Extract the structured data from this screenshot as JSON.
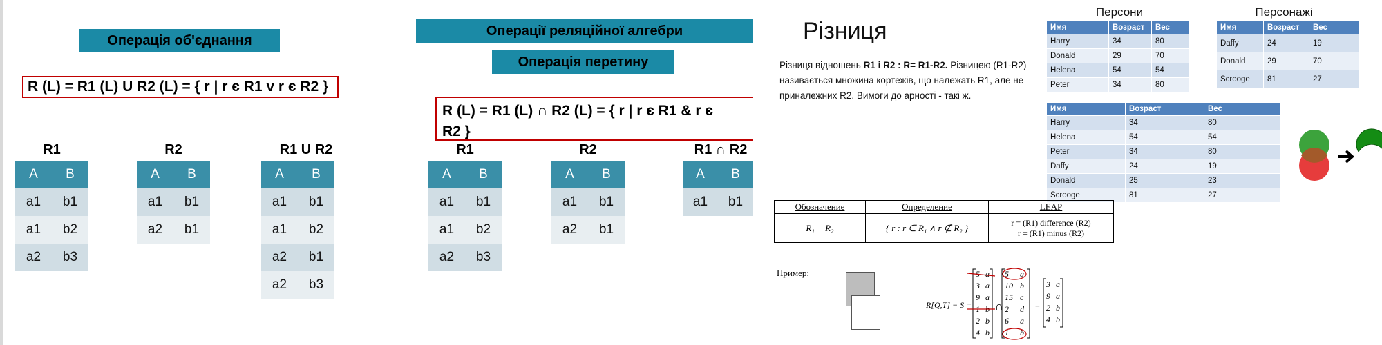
{
  "union": {
    "title": "Операція об'єднання",
    "formula": "R (L) = R1 (L) U R2 (L) = { r | r  є  R1 v r є R2 }",
    "tables": [
      {
        "label": "R1",
        "headers": [
          "A",
          "B"
        ],
        "rows": [
          [
            "a1",
            "b1"
          ],
          [
            "a1",
            "b2"
          ],
          [
            "a2",
            "b3"
          ]
        ]
      },
      {
        "label": "R2",
        "headers": [
          "A",
          "B"
        ],
        "rows": [
          [
            "a1",
            "b1"
          ],
          [
            "a2",
            "b1"
          ]
        ]
      },
      {
        "label": "R1 U R2",
        "headers": [
          "A",
          "B"
        ],
        "rows": [
          [
            "a1",
            "b1"
          ],
          [
            "a1",
            "b2"
          ],
          [
            "a2",
            "b1"
          ],
          [
            "a2",
            "b3"
          ]
        ]
      }
    ]
  },
  "intersection": {
    "header": "Операції реляційної алгебри",
    "title": "Операція перетину",
    "formula_line1": "R (L) = R1 (L) ∩ R2 (L) = { r | r  є  R1 & r є",
    "formula_line2": "R2 }",
    "tables": [
      {
        "label": "R1",
        "headers": [
          "A",
          "B"
        ],
        "rows": [
          [
            "a1",
            "b1"
          ],
          [
            "a1",
            "b2"
          ],
          [
            "a2",
            "b3"
          ]
        ]
      },
      {
        "label": "R2",
        "headers": [
          "A",
          "B"
        ],
        "rows": [
          [
            "a1",
            "b1"
          ],
          [
            "a2",
            "b1"
          ]
        ]
      },
      {
        "label": "R1 ∩ R2",
        "headers": [
          "A",
          "B"
        ],
        "rows": [
          [
            "a1",
            "b1"
          ]
        ]
      }
    ]
  },
  "difference": {
    "title": "Різниця",
    "text_intro": "Різниця відношень ",
    "text_bold": "R1 i R2 : R= R1-R2.",
    "text_body": "Різницею (R1-R2) називається множина кортежів, що належать R1, але не приналежних R2. Вимоги до арності - такі ж.",
    "persons": {
      "caption": "Персони",
      "headers": [
        "Имя",
        "Возраст",
        "Вес"
      ],
      "rows": [
        [
          "Harry",
          "34",
          "80"
        ],
        [
          "Donald",
          "29",
          "70"
        ],
        [
          "Helena",
          "54",
          "54"
        ],
        [
          "Peter",
          "34",
          "80"
        ]
      ]
    },
    "characters": {
      "caption": "Персонажі",
      "headers": [
        "Имя",
        "Возраст",
        "Вес"
      ],
      "rows": [
        [
          "Daffy",
          "24",
          "19"
        ],
        [
          "Donald",
          "29",
          "70"
        ],
        [
          "Scrooge",
          "81",
          "27"
        ]
      ]
    },
    "union_result": {
      "headers": [
        "Имя",
        "Возраст",
        "Вес"
      ],
      "rows": [
        [
          "Harry",
          "34",
          "80"
        ],
        [
          "Helena",
          "54",
          "54"
        ],
        [
          "Peter",
          "34",
          "80"
        ],
        [
          "Daffy",
          "24",
          "19"
        ],
        [
          "Donald",
          "25",
          "23"
        ],
        [
          "Scrooge",
          "81",
          "27"
        ]
      ]
    },
    "reference": {
      "headers": [
        "Обозначение",
        "Определение",
        "LEAP"
      ],
      "notation": "R₁ − R₂",
      "definition": "{ r : r ∈ R₁ ∧ r ∉ R₂ }",
      "leap_line1": "r = (R1)  difference (R2)",
      "leap_line2": "r = (R1)  minus (R2)"
    },
    "example": {
      "label": "Пример:",
      "expr": "R[Q,T] − S =",
      "left": [
        [
          "5",
          "a"
        ],
        [
          "3",
          "a"
        ],
        [
          "9",
          "a"
        ],
        [
          "1",
          "b"
        ],
        [
          "2",
          "b"
        ],
        [
          "4",
          "b"
        ]
      ],
      "right": [
        [
          "5",
          "a"
        ],
        [
          "10",
          "b"
        ],
        [
          "15",
          "c"
        ],
        [
          "2",
          "d"
        ],
        [
          "6",
          "a"
        ],
        [
          "1",
          "b"
        ]
      ],
      "result": [
        [
          "3",
          "a"
        ],
        [
          "9",
          "a"
        ],
        [
          "2",
          "b"
        ],
        [
          "4",
          "b"
        ]
      ],
      "op": "∩",
      "eq": "="
    },
    "colors": {
      "green": "#3ca33c",
      "red": "#e63c3c",
      "dark_green": "#148c14"
    }
  }
}
